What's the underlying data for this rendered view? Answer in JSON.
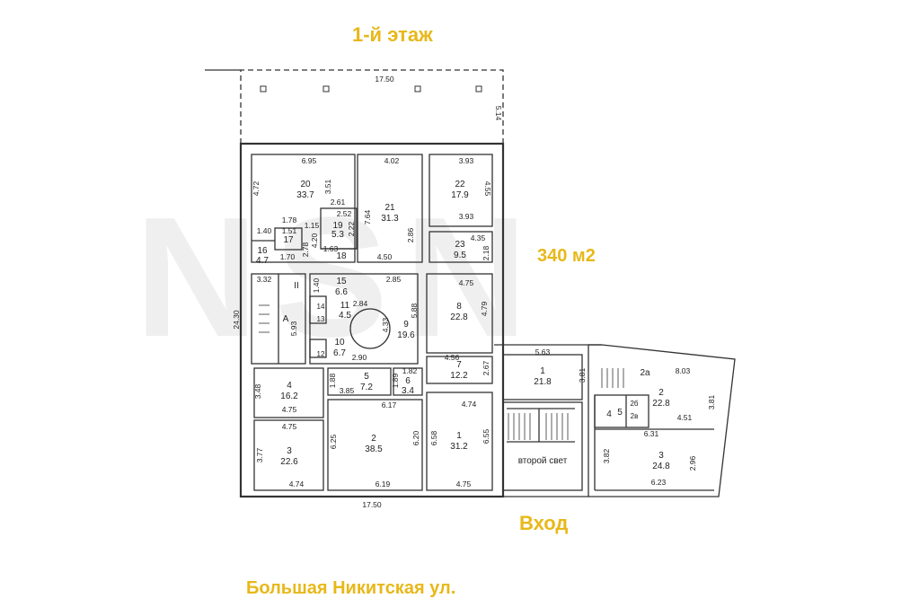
{
  "labels": {
    "floor_title": "1-й этаж",
    "area": "340 м2",
    "entrance": "Вход",
    "street": "Большая Никитская ул.",
    "second_light": "второй свет"
  },
  "watermark": "NSN",
  "colors": {
    "accent": "#e8b81a",
    "wall": "#333333"
  },
  "rooms": [
    {
      "id": "20",
      "area": "33.7"
    },
    {
      "id": "21",
      "area": "31.3"
    },
    {
      "id": "22",
      "area": "17.9"
    },
    {
      "id": "23",
      "area": "9.5"
    },
    {
      "id": "19",
      "area": "5.3"
    },
    {
      "id": "17",
      "area": ""
    },
    {
      "id": "18",
      "area": ""
    },
    {
      "id": "16",
      "area": "4.7"
    },
    {
      "id": "15",
      "area": "6.6"
    },
    {
      "id": "11",
      "area": "4.5"
    },
    {
      "id": "9",
      "area": "19.6"
    },
    {
      "id": "10",
      "area": "6.7"
    },
    {
      "id": "8",
      "area": "22.8"
    },
    {
      "id": "7",
      "area": "12.2"
    },
    {
      "id": "6",
      "area": "3.4"
    },
    {
      "id": "5",
      "area": "7.2"
    },
    {
      "id": "4",
      "area": "16.2"
    },
    {
      "id": "3",
      "area": "22.6"
    },
    {
      "id": "2",
      "area": "38.5"
    },
    {
      "id": "1",
      "area": "31.2"
    },
    {
      "id": "1",
      "area": "21.8"
    },
    {
      "id": "2",
      "area": "22.8"
    },
    {
      "id": "3",
      "area": "24.8"
    },
    {
      "id": "4",
      "area": ""
    },
    {
      "id": "5",
      "area": ""
    },
    {
      "id": "A",
      "area": ""
    },
    {
      "id": "II",
      "area": ""
    },
    {
      "id": "14",
      "area": ""
    },
    {
      "id": "13",
      "area": ""
    },
    {
      "id": "12",
      "area": ""
    },
    {
      "id": "2а",
      "area": ""
    },
    {
      "id": "2б",
      "area": ""
    },
    {
      "id": "2в",
      "area": ""
    }
  ],
  "dimensions": [
    "17.50",
    "5.14",
    "6.95",
    "4.02",
    "3.93",
    "4.72",
    "3.51",
    "4.55",
    "2.61",
    "2.52",
    "7.64",
    "3.93",
    "1.78",
    "1.15",
    "1.51",
    "2.22",
    "1.40",
    "4.20",
    "2.86",
    "4.35",
    "2.78",
    "1.63",
    "2.18",
    "1.70",
    "4.50",
    "3.32",
    "1.40",
    "2.85",
    "4.75",
    "24.30",
    "2.84",
    "4.79",
    "5.93",
    "4.33",
    "5.88",
    "2.90",
    "4.56",
    "5.63",
    "3.48",
    "1.88",
    "1.89",
    "1.82",
    "2.67",
    "3.81",
    "8.03",
    "3.85",
    "6.17",
    "4.74",
    "4.75",
    "6.25",
    "6.20",
    "6.58",
    "6.55",
    "4.51",
    "3.81",
    "3.77",
    "4.75",
    "6.31",
    "3.82",
    "2.96",
    "4.74",
    "6.19",
    "4.75",
    "6.23",
    "17.50"
  ]
}
